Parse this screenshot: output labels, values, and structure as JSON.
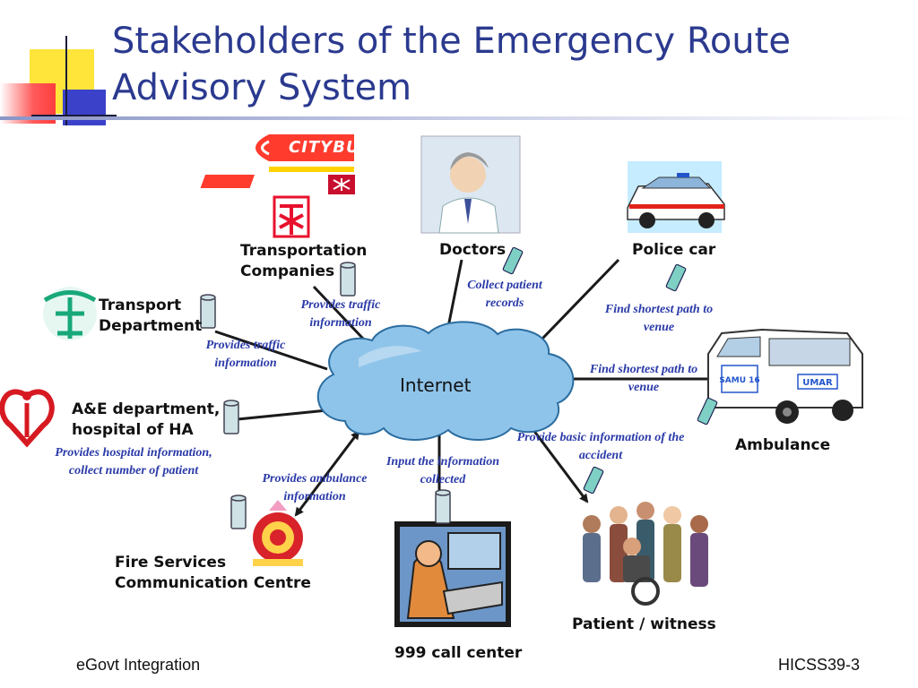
{
  "slide": {
    "title_line1": "Stakeholders of the Emergency Route",
    "title_line2": "Advisory System",
    "footer_left": "eGovt Integration",
    "footer_right": "HICSS39-3"
  },
  "diagram": {
    "hub": "Internet",
    "logos": {
      "citybus": "CITYBUS"
    },
    "vehicle_text": {
      "ambulance_door": "SAMU 16",
      "ambulance_side": "UMAR"
    },
    "nodes": {
      "transportation": [
        "Transportation",
        "Companies"
      ],
      "doctors": "Doctors",
      "police": "Police car",
      "transport_dept": [
        "Transport",
        "Department"
      ],
      "ae": [
        "A&E department,",
        "hospital of HA"
      ],
      "ambulance": "Ambulance",
      "fire": [
        "Fire Services",
        "Communication Centre"
      ],
      "call_center": "999 call center",
      "patient": "Patient / witness"
    },
    "annotations": {
      "transportation": [
        "Provides traffic",
        "information"
      ],
      "doctors": [
        "Collect patient",
        "records"
      ],
      "police": [
        "Find shortest path to",
        "venue"
      ],
      "transport_dept": [
        "Provides traffic",
        "information"
      ],
      "ambulance": [
        "Find shortest path to",
        "venue"
      ],
      "ae": [
        "Provides hospital information,",
        "collect number of patient"
      ],
      "patient": [
        "Provide basic information of the",
        "accident"
      ],
      "call_center": [
        "Input the information",
        "collected"
      ],
      "fire": [
        "Provides ambulance",
        "information"
      ]
    }
  },
  "colors": {
    "title": "#2b3a8f",
    "annotation": "#2a3aa8",
    "cloud": "#8fc4ea",
    "line": "#1a1a1a"
  }
}
